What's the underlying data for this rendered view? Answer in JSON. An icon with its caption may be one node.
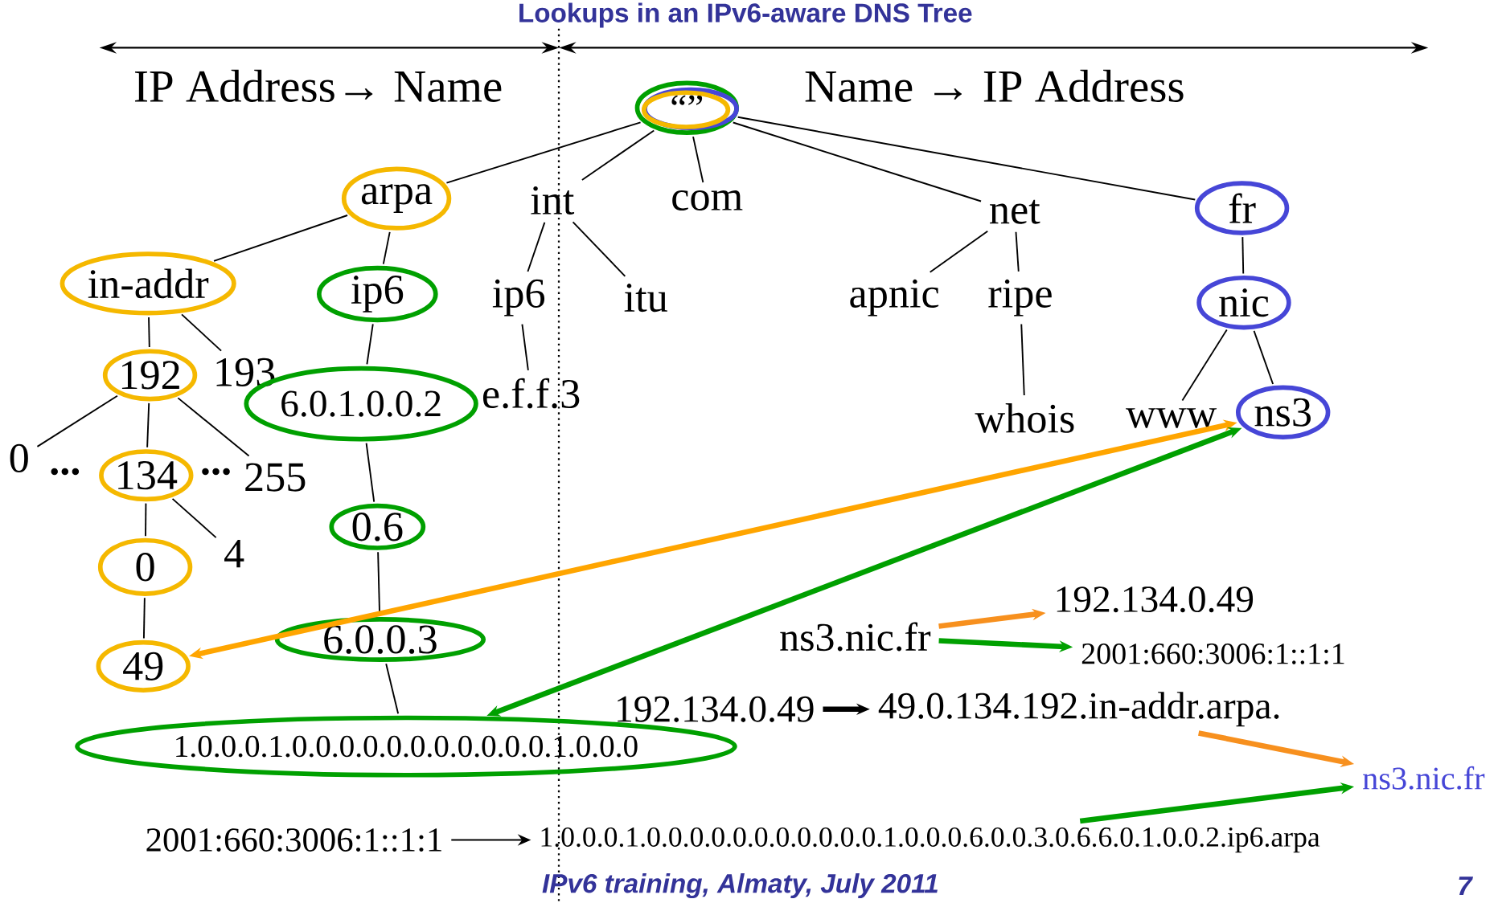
{
  "diagram": {
    "title": "Lookups in an IPv6-aware DNS Tree",
    "nodes": [
      {
        "text": [
          "“”"
        ]
      },
      {
        "text": [
          "arpa"
        ]
      },
      {
        "text": [
          "int"
        ]
      },
      {
        "text": [
          "com"
        ]
      },
      {
        "text": [
          "net"
        ]
      },
      {
        "text": [
          "fr"
        ]
      },
      {
        "text": [
          "in-addr"
        ]
      },
      {
        "text": [
          "ip6"
        ]
      },
      {
        "text": [
          "ip6"
        ]
      },
      {
        "text": [
          "itu"
        ]
      },
      {
        "text": [
          "apnic"
        ]
      },
      {
        "text": [
          "ripe"
        ]
      },
      {
        "text": [
          "nic"
        ]
      },
      {
        "text": [
          "192"
        ]
      },
      {
        "text": [
          "193"
        ]
      },
      {
        "text": [
          "6.0.1.0.0.2"
        ]
      },
      {
        "text": [
          "e.f.f.3"
        ]
      },
      {
        "text": [
          "whois"
        ]
      },
      {
        "text": [
          "www"
        ]
      },
      {
        "text": [
          "ns3"
        ]
      },
      {
        "text": [
          "0"
        ]
      },
      {
        "text": [
          "134"
        ]
      },
      {
        "text": [
          "255"
        ]
      },
      {
        "text": [
          "0"
        ]
      },
      {
        "text": [
          "4"
        ]
      },
      {
        "text": [
          "0.6"
        ]
      },
      {
        "text": [
          "49"
        ]
      },
      {
        "text": [
          "6.0.0.3"
        ]
      },
      {
        "text": [
          "1.0.0.0.1.0.0.0.0.0.0.0.0.0.0.0.1.0.0.0"
        ]
      },
      {
        "text": [
          "ns3.nic.fr"
        ]
      },
      {
        "text": [
          "192.134.0.49"
        ]
      },
      {
        "text": [
          "2001:660:3006:1::1:1"
        ]
      },
      {
        "text": [
          "192.134.0.49"
        ]
      },
      {
        "text": [
          "49.0.134.192.in-addr.arpa."
        ]
      },
      {
        "text": [
          "ns3.nic.fr"
        ]
      },
      {
        "text": [
          "2001:660:3006:1::1:1"
        ]
      },
      {
        "text": [
          "1.0.0.0.1.0.0.0.0.0.0.0.0.0.0.0.1.0.0.0.6.0.0.3.0.6.6.0.1.0.0.2.ip6.arpa"
        ]
      }
    ],
    "edges": [
      {
        "from": 0,
        "to": 1,
        "arrow": "none"
      },
      {
        "from": 0,
        "to": 2,
        "arrow": "none"
      },
      {
        "from": 0,
        "to": 3,
        "arrow": "none"
      },
      {
        "from": 0,
        "to": 4,
        "arrow": "none"
      },
      {
        "from": 0,
        "to": 5,
        "arrow": "none"
      },
      {
        "from": 1,
        "to": 6,
        "arrow": "none"
      },
      {
        "from": 1,
        "to": 7,
        "arrow": "none"
      },
      {
        "from": 2,
        "to": 8,
        "arrow": "none"
      },
      {
        "from": 2,
        "to": 9,
        "arrow": "none"
      },
      {
        "from": 4,
        "to": 10,
        "arrow": "none"
      },
      {
        "from": 4,
        "to": 11,
        "arrow": "none"
      },
      {
        "from": 5,
        "to": 12,
        "arrow": "none"
      },
      {
        "from": 6,
        "to": 13,
        "arrow": "none"
      },
      {
        "from": 6,
        "to": 14,
        "arrow": "none"
      },
      {
        "from": 7,
        "to": 15,
        "arrow": "none"
      },
      {
        "from": 8,
        "to": 16,
        "arrow": "none"
      },
      {
        "from": 11,
        "to": 17,
        "arrow": "none"
      },
      {
        "from": 12,
        "to": 18,
        "arrow": "none"
      },
      {
        "from": 12,
        "to": 19,
        "arrow": "none"
      },
      {
        "from": 13,
        "to": 20,
        "arrow": "none"
      },
      {
        "from": 13,
        "to": 21,
        "arrow": "none"
      },
      {
        "from": 13,
        "to": 22,
        "arrow": "none"
      },
      {
        "from": 21,
        "to": 23,
        "arrow": "none"
      },
      {
        "from": 21,
        "to": 24,
        "arrow": "none"
      },
      {
        "from": 15,
        "to": 25,
        "arrow": "none"
      },
      {
        "from": 23,
        "to": 26,
        "arrow": "none"
      },
      {
        "from": 25,
        "to": 27,
        "arrow": "none"
      },
      {
        "from": 27,
        "to": 28,
        "arrow": "none"
      },
      {
        "from": 26,
        "to": 19,
        "arrow": "both",
        "style": "thick",
        "color": "#ffa500"
      },
      {
        "from": 28,
        "to": 19,
        "arrow": "both",
        "style": "thick",
        "color": "#00a000"
      },
      {
        "from": 29,
        "to": 30,
        "arrow": "to",
        "style": "thick",
        "color": "#f7901e"
      },
      {
        "from": 29,
        "to": 31,
        "arrow": "to",
        "style": "thick",
        "color": "#00a000"
      },
      {
        "from": 32,
        "to": 33,
        "arrow": "to",
        "style": "thick"
      },
      {
        "from": 33,
        "to": 34,
        "arrow": "to",
        "style": "thick",
        "color": "#f7901e"
      },
      {
        "from": 36,
        "to": 34,
        "arrow": "to",
        "style": "thick",
        "color": "#00a000"
      },
      {
        "from": 35,
        "to": 36,
        "arrow": "to"
      }
    ],
    "labels": [
      "IP Address→ Name",
      "Name → IP Address",
      "...",
      "...",
      "IPv6 training, Almaty, July 2011",
      "7"
    ]
  }
}
